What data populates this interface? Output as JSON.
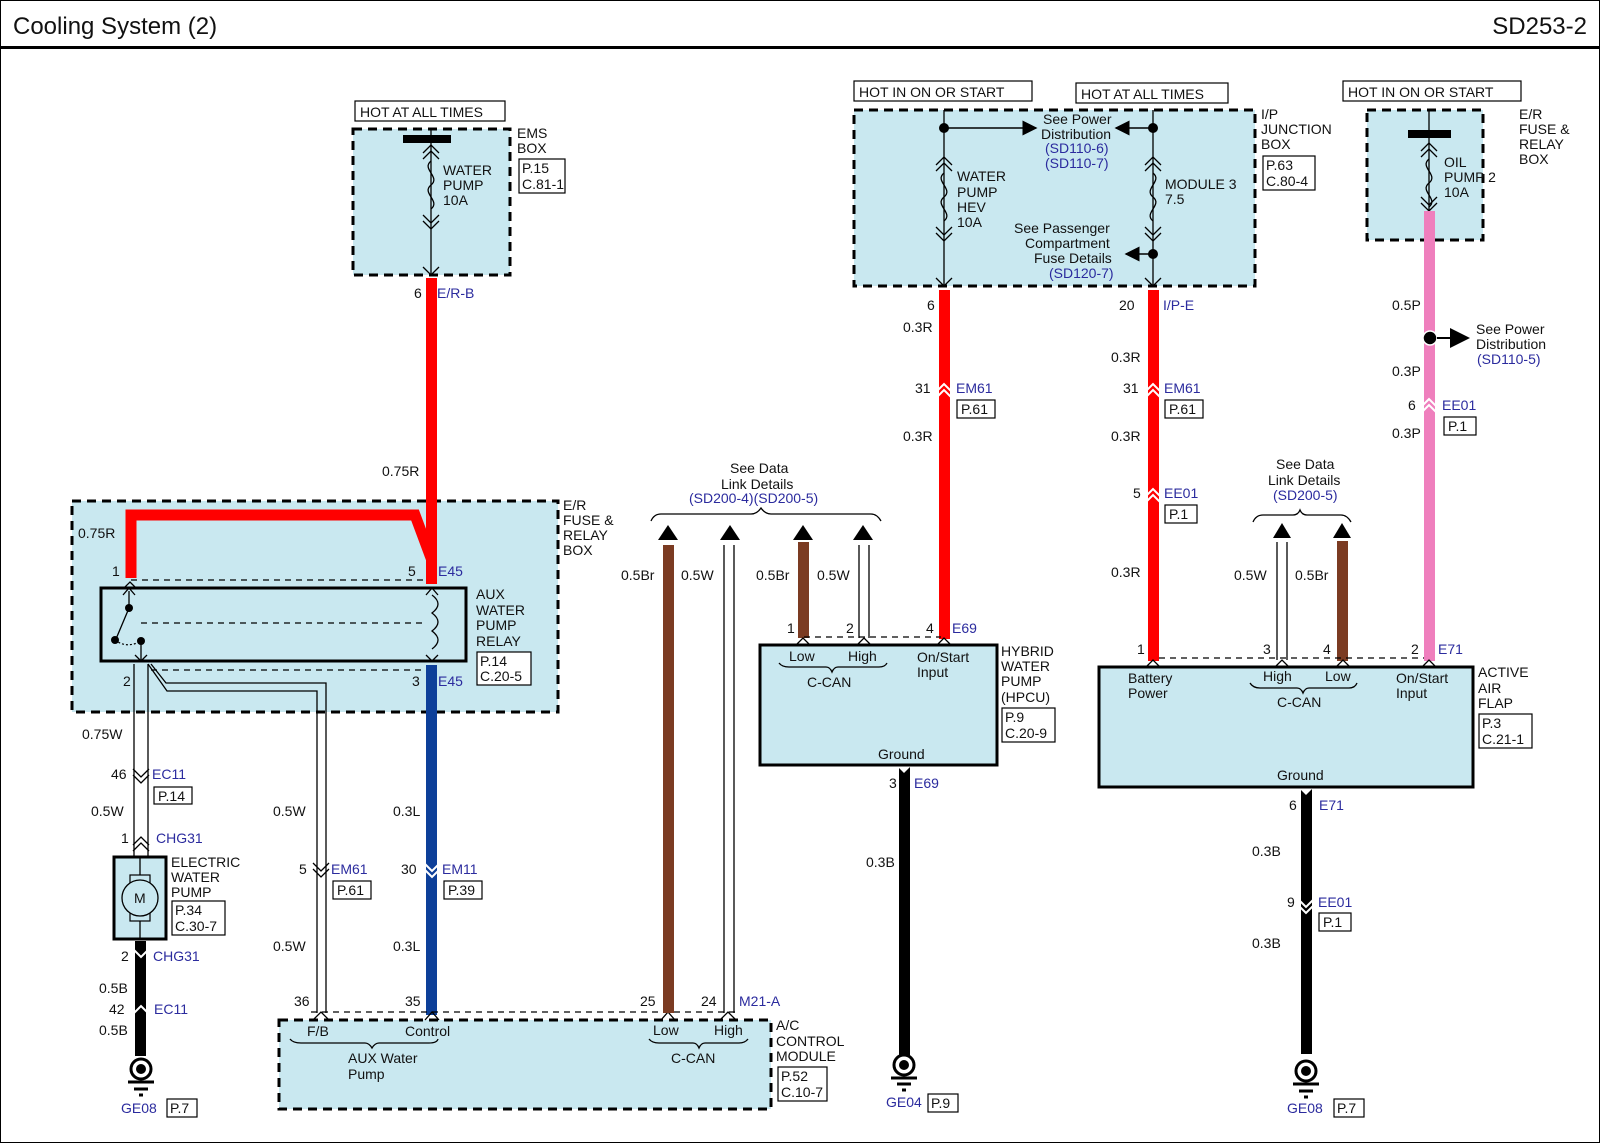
{
  "header": {
    "title": "Cooling System (2)",
    "code": "SD253-2"
  },
  "colors": {
    "red": "#ff0000",
    "blue": "#0d3f99",
    "brown": "#7b3b22",
    "black": "#000000",
    "pink": "#ef7fbd",
    "white": "#ffffff",
    "box_fill": "#c9e8f0",
    "link_blue": "#2b2b9e"
  },
  "power_labels": {
    "ems": "HOT AT ALL TIMES",
    "ip_on": "HOT IN ON OR START",
    "ip_always": "HOT AT ALL TIMES",
    "er_oil": "HOT IN ON OR START"
  },
  "ems_box": {
    "name": [
      "EMS",
      "BOX"
    ],
    "ref": [
      "P.15",
      "C.81-1"
    ],
    "fuse": [
      "WATER",
      "PUMP",
      "10A"
    ],
    "pin": "6",
    "connector": "E/R-B"
  },
  "ip_junction": {
    "name": [
      "I/P",
      "JUNCTION",
      "BOX"
    ],
    "ref": [
      "P.63",
      "C.80-4"
    ],
    "fuse_left": [
      "WATER",
      "PUMP",
      "HEV",
      "10A"
    ],
    "fuse_right": [
      "MODULE 3",
      "7.5"
    ],
    "power_dist": [
      "See Power",
      "Distribution"
    ],
    "power_dist_refs": [
      "(SD110-6)",
      "(SD110-7)"
    ],
    "passenger": [
      "See Passenger",
      "Compartment",
      "Fuse Details"
    ],
    "passenger_ref": "(SD120-7)",
    "left_pin": "6",
    "right_pin": "20",
    "right_connector": "I/P-E"
  },
  "er_oil_box": {
    "name": [
      "E/R",
      "FUSE &",
      "RELAY",
      "BOX"
    ],
    "fuse": [
      "OIL",
      "PUMP 2",
      "10A"
    ],
    "power_dist": [
      "See Power",
      "Distribution"
    ],
    "power_dist_ref": "(SD110-5)"
  },
  "er_relay_box": {
    "name": [
      "E/R",
      "FUSE &",
      "RELAY",
      "BOX"
    ],
    "relay": [
      "AUX",
      "WATER",
      "PUMP",
      "RELAY"
    ],
    "relay_ref": [
      "P.14",
      "C.20-5"
    ],
    "pins": {
      "p1": "1",
      "p5": "5",
      "p2": "2",
      "p3": "3"
    },
    "connector": "E45"
  },
  "wires": {
    "w_075R_top": "0.75R",
    "w_075R_left": "0.75R",
    "w_075W": "0.75W",
    "w_05W_a": "0.5W",
    "w_05W_b": "0.5W",
    "w_05W_c": "0.5W",
    "w_03L_a": "0.3L",
    "w_03L_b": "0.3L",
    "w_05B_a": "0.5B",
    "w_05B_b": "0.5B",
    "w_05Br_1": "0.5Br",
    "w_05W_2": "0.5W",
    "w_05Br_3": "0.5Br",
    "w_05W_4": "0.5W",
    "w_03R_1": "0.3R",
    "w_03R_2": "0.3R",
    "w_03R_3": "0.3R",
    "w_03R_4": "0.3R",
    "w_03R_5": "0.3R",
    "w_03B_1": "0.3B",
    "w_05W_5": "0.5W",
    "w_05Br_6": "0.5Br",
    "w_05P": "0.5P",
    "w_03P_1": "0.3P",
    "w_03P_2": "0.3P",
    "w_03B_2": "0.3B",
    "w_03B_3": "0.3B"
  },
  "connectors": {
    "ec11_top": {
      "pin": "46",
      "name": "EC11",
      "ref": "P.14"
    },
    "chg31_top": {
      "pin": "1",
      "name": "CHG31"
    },
    "chg31_bot": {
      "pin": "2",
      "name": "CHG31"
    },
    "ec11_bot": {
      "pin": "42",
      "name": "EC11"
    },
    "em61_left": {
      "pin": "5",
      "name": "EM61",
      "ref": "P.61"
    },
    "em11": {
      "pin": "30",
      "name": "EM11",
      "ref": "P.39"
    },
    "em61_mid": {
      "pin": "31",
      "name": "EM61",
      "ref": "P.61"
    },
    "em61_right": {
      "pin": "31",
      "name": "EM61",
      "ref": "P.61"
    },
    "ee01_mid": {
      "pin": "5",
      "name": "EE01",
      "ref": "P.1"
    },
    "ee01_pink": {
      "pin": "6",
      "name": "EE01",
      "ref": "P.1"
    },
    "ee01_bot": {
      "pin": "9",
      "name": "EE01",
      "ref": "P.1"
    }
  },
  "electric_pump": {
    "name": [
      "ELECTRIC",
      "WATER",
      "PUMP"
    ],
    "ref": [
      "P.34",
      "C.30-7"
    ],
    "motor": "M"
  },
  "grounds": {
    "left": {
      "name": "GE08",
      "ref": "P.7"
    },
    "mid": {
      "name": "GE04",
      "ref": "P.9"
    },
    "right": {
      "name": "GE08",
      "ref": "P.7"
    }
  },
  "ac_module": {
    "name": [
      "A/C",
      "CONTROL",
      "MODULE"
    ],
    "ref": [
      "P.52",
      "C.10-7"
    ],
    "connector": "M21-A",
    "pins": {
      "fb": "36",
      "control": "35",
      "low": "25",
      "high": "24"
    },
    "labels": {
      "fb": "F/B",
      "control": "Control",
      "group": [
        "AUX Water",
        "Pump"
      ],
      "low": "Low",
      "high": "High",
      "ccan": "C-CAN"
    }
  },
  "data_link_left": {
    "text": [
      "See Data",
      "Link Details"
    ],
    "refs": "(SD200-4)(SD200-5)"
  },
  "data_link_right": {
    "text": [
      "See Data",
      "Link Details"
    ],
    "refs": "(SD200-5)"
  },
  "hybrid_pump": {
    "name": [
      "HYBRID",
      "WATER",
      "PUMP",
      "(HPCU)"
    ],
    "ref": [
      "P.9",
      "C.20-9"
    ],
    "connector": "E69",
    "pins": {
      "low": "1",
      "high": "2",
      "onstart": "4",
      "ground": "3"
    },
    "labels": {
      "low": "Low",
      "high": "High",
      "ccan": "C-CAN",
      "onstart": [
        "On/Start",
        "Input"
      ],
      "ground": "Ground"
    }
  },
  "active_air_flap": {
    "name": [
      "ACTIVE",
      "AIR",
      "FLAP"
    ],
    "ref": [
      "P.3",
      "C.21-1"
    ],
    "connector": "E71",
    "pins": {
      "battery": "1",
      "high": "3",
      "low": "4",
      "onstart": "2",
      "ground": "6"
    },
    "labels": {
      "battery": [
        "Battery",
        "Power"
      ],
      "high": "High",
      "low": "Low",
      "ccan": "C-CAN",
      "onstart": [
        "On/Start",
        "Input"
      ],
      "ground": "Ground"
    }
  }
}
